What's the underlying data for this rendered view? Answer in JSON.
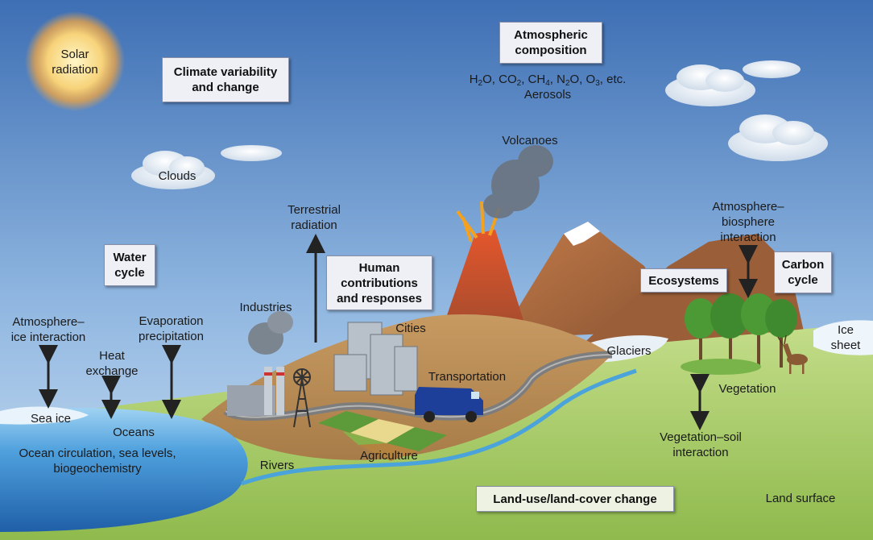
{
  "boxes": {
    "climate": [
      "Climate variability",
      "and change"
    ],
    "atmospheric": [
      "Atmospheric",
      "composition"
    ],
    "water": [
      "Water",
      "cycle"
    ],
    "human": [
      "Human",
      "contributions",
      "and responses"
    ],
    "ecosystems": "Ecosystems",
    "carbon": [
      "Carbon",
      "cycle"
    ],
    "landuse": "Land-use/land-cover change"
  },
  "labels": {
    "solar": [
      "Solar",
      "radiation"
    ],
    "gases": {
      "h2o": "H",
      "h2o_sub": "2",
      "h2o_tail": "O,",
      "co2": "CO",
      "co2_sub": "2",
      "co2_tail": ",",
      "ch4": "CH",
      "ch4_sub": "4",
      "ch4_tail": ",",
      "n2o": "N",
      "n2o_sub": "2",
      "n2o_tail": "O,",
      "o3": "O",
      "o3_sub": "3",
      "o3_tail": ", etc."
    },
    "aerosols": "Aerosols",
    "clouds": "Clouds",
    "volcanoes": "Volcanoes",
    "terrestrial": [
      "Terrestrial",
      "radiation"
    ],
    "atmo_bio": [
      "Atmosphere–",
      "biosphere",
      "interaction"
    ],
    "atmo_ice": [
      "Atmosphere–",
      "ice interaction"
    ],
    "evaporation": [
      "Evaporation",
      "precipitation"
    ],
    "heat": [
      "Heat",
      "exchange"
    ],
    "industries": "Industries",
    "cities": "Cities",
    "transportation": "Transportation",
    "glaciers": "Glaciers",
    "ice_sheet": [
      "Ice",
      "sheet"
    ],
    "vegetation": "Vegetation",
    "veg_soil": [
      "Vegetation–soil",
      "interaction"
    ],
    "sea_ice": "Sea ice",
    "oceans": "Oceans",
    "ocean_circ": [
      "Ocean circulation, sea levels,",
      "biogeochemistry"
    ],
    "rivers": "Rivers",
    "agriculture": "Agriculture",
    "land_surface": "Land surface"
  },
  "colors": {
    "sky_top": "#3e6fb4",
    "sky_bottom": "#b9d4ee",
    "ocean": "#3d8fd6",
    "grass": "#9fc65a",
    "hill": "#b68a55",
    "mountain": "#a5683e",
    "lava": "#e8502a",
    "road": "#8a8a8a"
  }
}
